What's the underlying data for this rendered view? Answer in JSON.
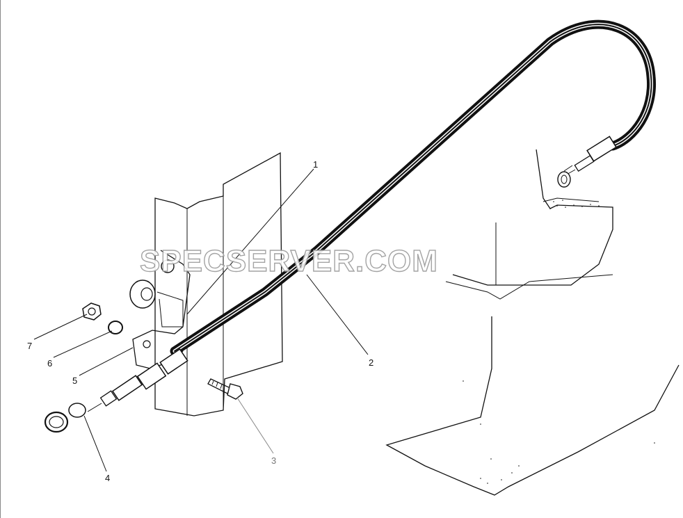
{
  "watermark": "SPECSERVER.COM",
  "callouts": [
    {
      "id": "1",
      "label": "1"
    },
    {
      "id": "2",
      "label": "2"
    },
    {
      "id": "3",
      "label": "3"
    },
    {
      "id": "4",
      "label": "4"
    },
    {
      "id": "5",
      "label": "5"
    },
    {
      "id": "6",
      "label": "6"
    },
    {
      "id": "7",
      "label": "7"
    }
  ]
}
